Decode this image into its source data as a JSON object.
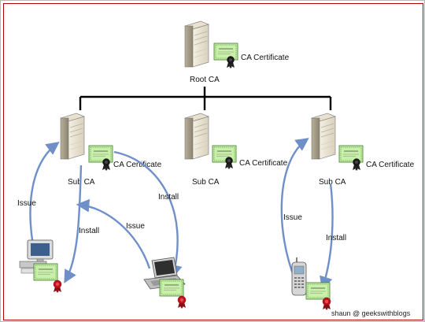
{
  "nodes": {
    "root": {
      "label": "Root CA",
      "cert_label": "CA Certificate"
    },
    "sub_left": {
      "label": "Sub CA",
      "cert_label": "CA Certificate"
    },
    "sub_middle": {
      "label": "Sub CA",
      "cert_label": "CA Certificate"
    },
    "sub_right": {
      "label": "Sub CA",
      "cert_label": "CA Certificate"
    }
  },
  "arrows": {
    "left_issue": "Issue",
    "left_install": "Install",
    "mid_issue": "Issue",
    "mid_install": "Install",
    "right_issue": "Issue",
    "right_install": "Install"
  },
  "watermark": "shaun @ geekswithblogs",
  "colors": {
    "arrow": "#6f8fc8",
    "cert_green": "#c8f0a8",
    "seal_red": "#c0111c",
    "frame_red": "#b30000"
  }
}
